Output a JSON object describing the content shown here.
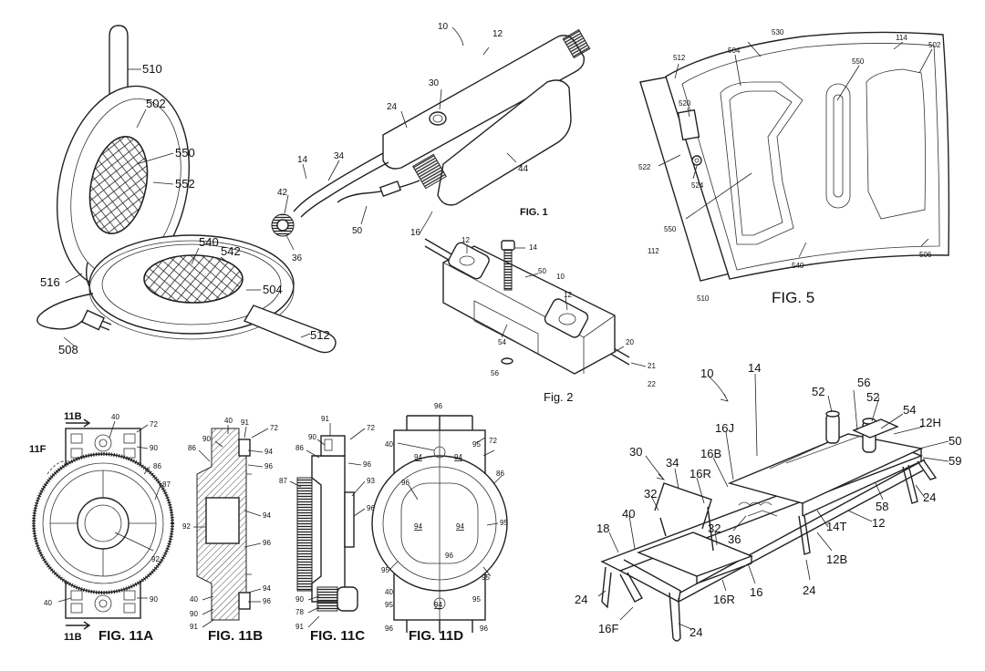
{
  "colors": {
    "ink": "#222222",
    "background": "#ffffff"
  },
  "figures": [
    {
      "id": "top-left",
      "caption": "",
      "labels": [
        "510",
        "502",
        "550",
        "552",
        "540",
        "542",
        "504",
        "516",
        "508",
        "512"
      ]
    },
    {
      "id": "fig1",
      "caption": "FIG. 1",
      "labels": [
        "10",
        "12",
        "30",
        "24",
        "14",
        "34",
        "42",
        "36",
        "50",
        "16",
        "44"
      ]
    },
    {
      "id": "fig2",
      "caption": "Fig. 2",
      "labels": [
        "12",
        "14",
        "50",
        "10",
        "12",
        "54",
        "56",
        "20",
        "21",
        "22"
      ]
    },
    {
      "id": "fig5",
      "caption": "FIG. 5",
      "labels": [
        "512",
        "530",
        "504",
        "114",
        "502",
        "550",
        "520",
        "522",
        "524",
        "550",
        "112",
        "510",
        "540",
        "506"
      ]
    },
    {
      "id": "fig11a",
      "caption": "FIG. 11A",
      "labels": [
        "11B",
        "40",
        "72",
        "90",
        "11F",
        "86",
        "87",
        "92",
        "40",
        "90",
        "11B"
      ]
    },
    {
      "id": "fig11b",
      "caption": "FIG. 11B",
      "labels": [
        "40",
        "91",
        "72",
        "86",
        "90",
        "94",
        "96",
        "92",
        "94",
        "96",
        "94",
        "96",
        "40",
        "90",
        "91"
      ]
    },
    {
      "id": "fig11c",
      "caption": "FIG. 11C",
      "labels": [
        "91",
        "72",
        "86",
        "90",
        "96",
        "87",
        "93",
        "96",
        "90",
        "78",
        "91"
      ]
    },
    {
      "id": "fig11d",
      "caption": "FIG. 11D",
      "labels": [
        "96",
        "40",
        "95",
        "72",
        "94",
        "94",
        "86",
        "96",
        "95",
        "94",
        "94",
        "95",
        "95",
        "96",
        "40",
        "95",
        "94",
        "95",
        "96",
        "96"
      ]
    },
    {
      "id": "bottom-right",
      "caption": "",
      "labels": [
        "10",
        "14",
        "52",
        "56",
        "52",
        "54",
        "12H",
        "16J",
        "50",
        "16B",
        "59",
        "30",
        "34",
        "16R",
        "32",
        "58",
        "24",
        "36",
        "18",
        "40",
        "32",
        "12",
        "14T",
        "12B",
        "24",
        "16",
        "16R",
        "24",
        "16F",
        "24"
      ]
    }
  ]
}
